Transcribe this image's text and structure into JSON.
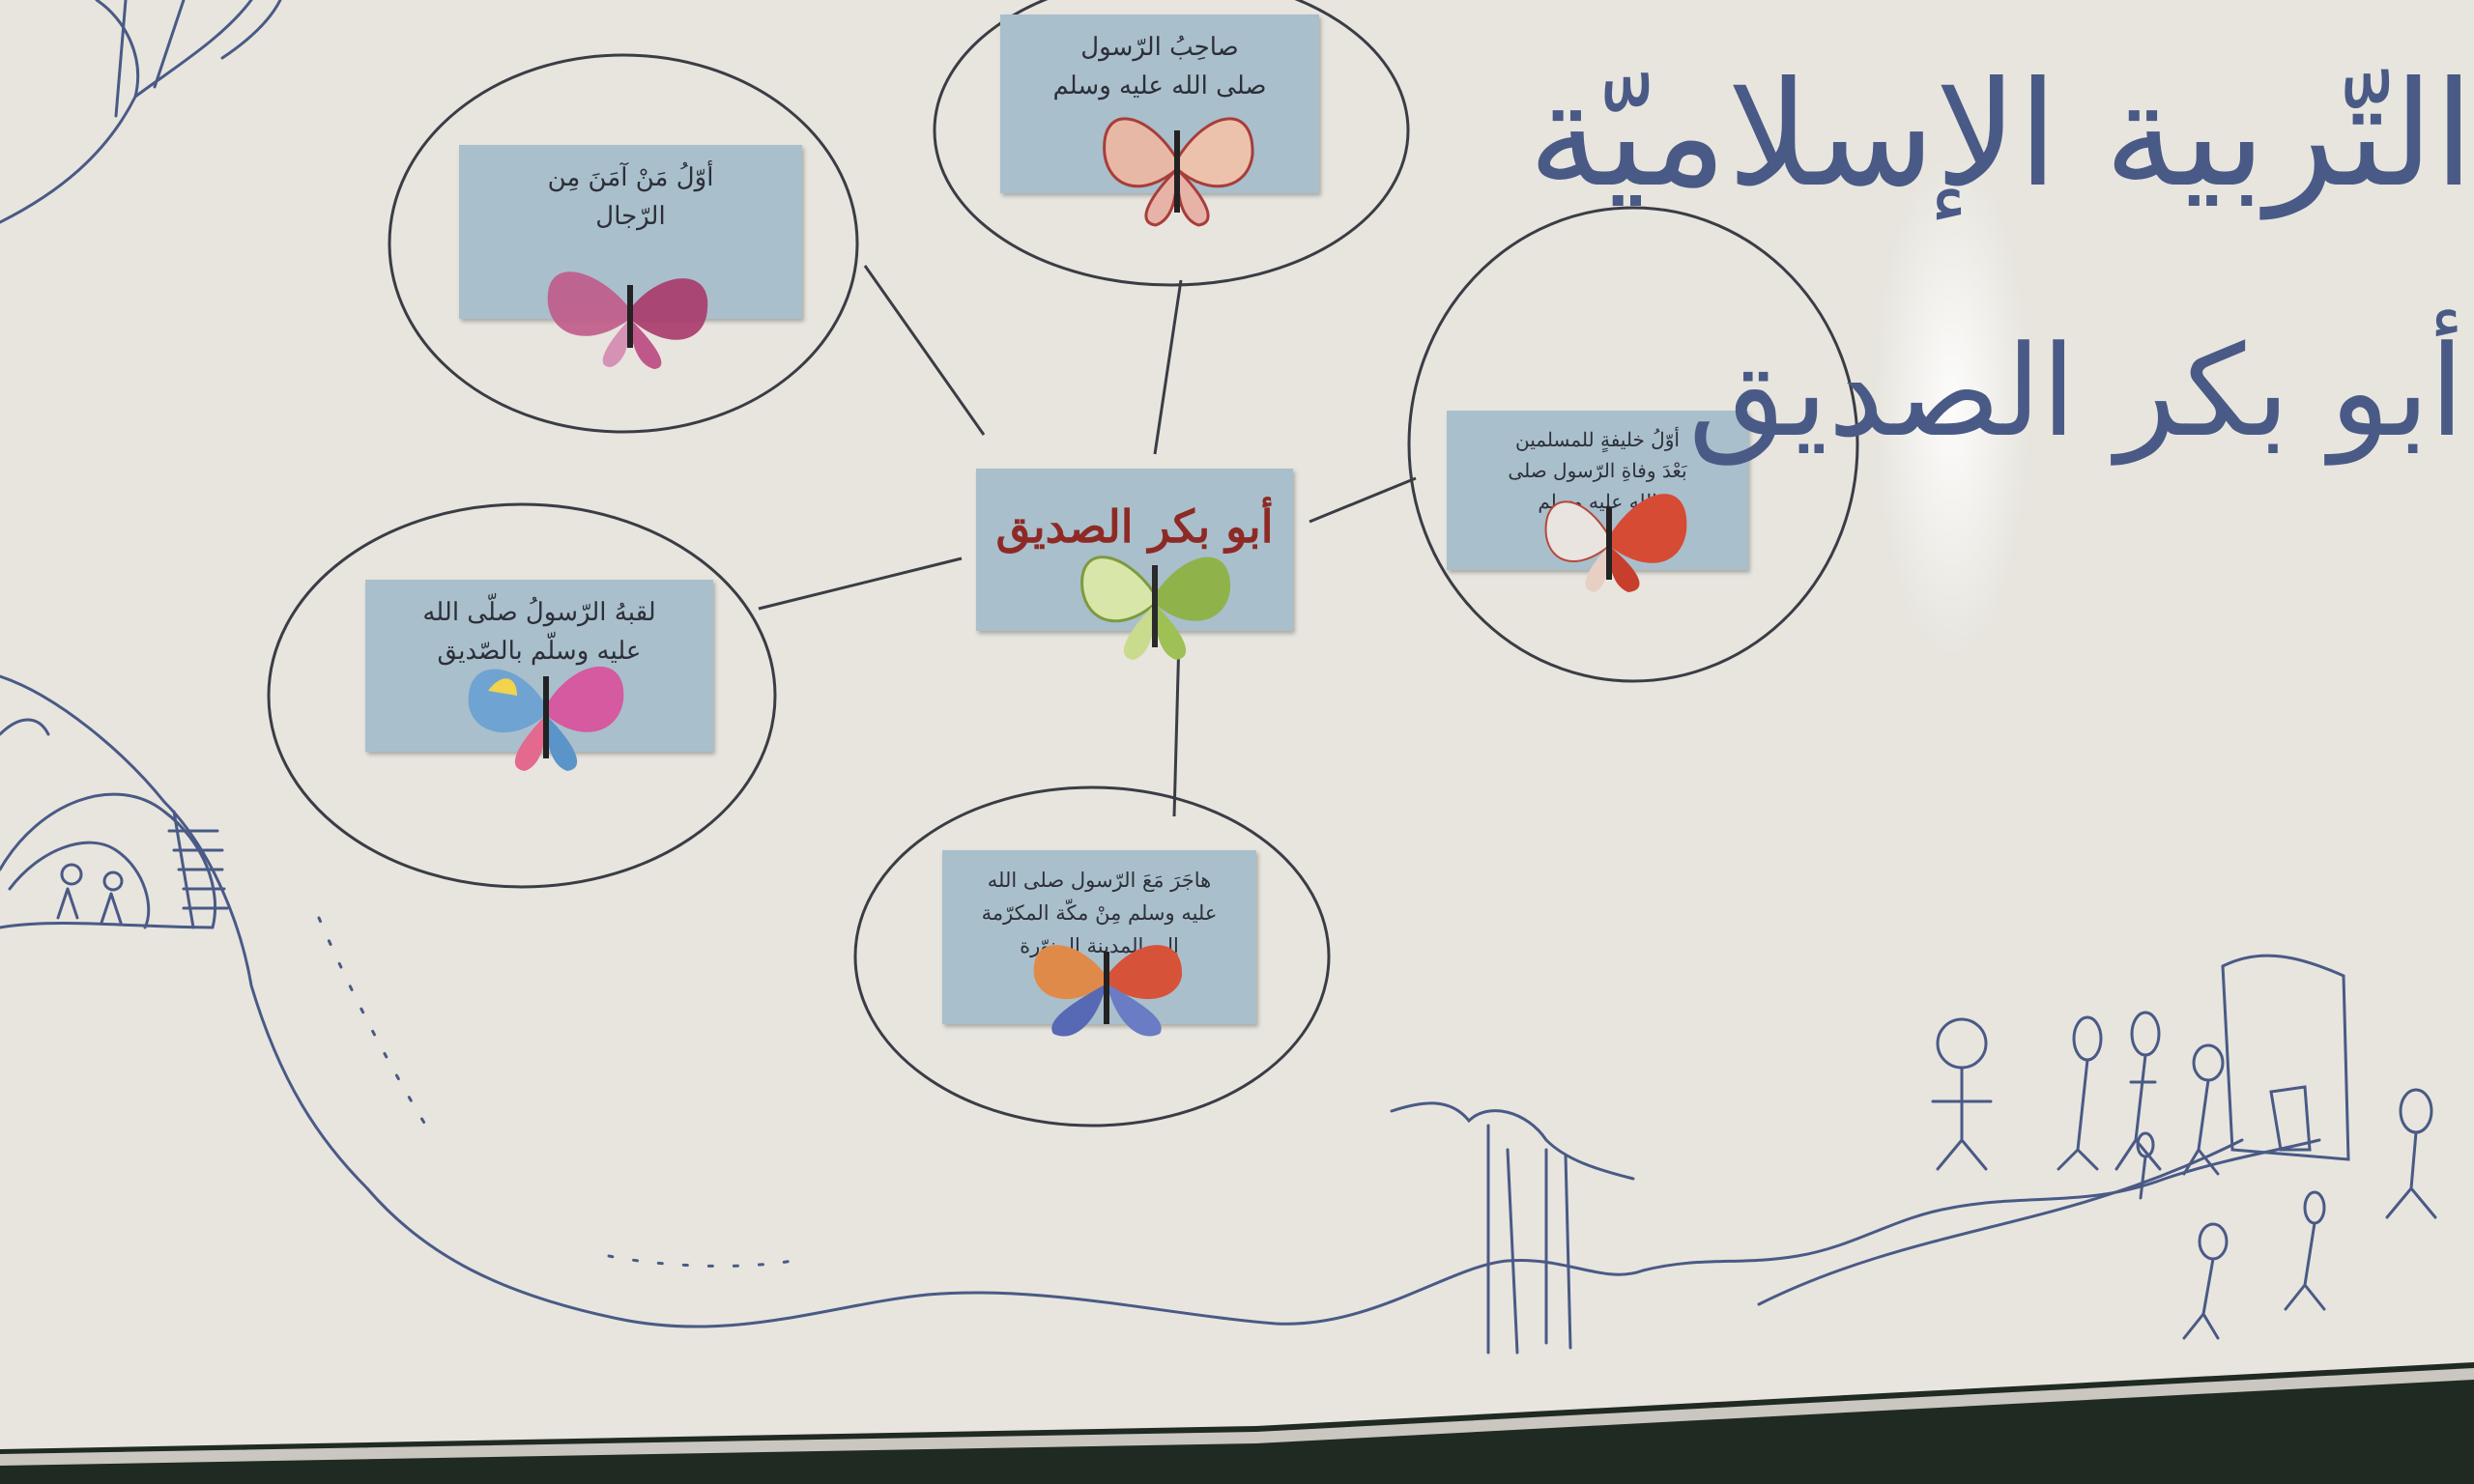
{
  "board": {
    "subject_heading": "التّربية الإسلاميّة",
    "topic_heading": "أبو بكر الصديق",
    "center_card": "أبو بكر الصديق",
    "cards": [
      {
        "id": "top-left",
        "lines": [
          "أوّلُ مَنْ آمَنَ مِن",
          "الرّجال"
        ]
      },
      {
        "id": "top-center",
        "lines": [
          "صاحِبُ الرّسول",
          "صلى الله عليه وسلم"
        ]
      },
      {
        "id": "right",
        "lines": [
          "أوّلُ خليفةٍ للمسلمين",
          "بَعْدَ وفاةِ الرّسول صلى",
          "الله عليه وسلم"
        ]
      },
      {
        "id": "left",
        "lines": [
          "لقبهُ الرّسولُ صلّى الله",
          "عليه وسلّم بالصّديق"
        ]
      },
      {
        "id": "bottom",
        "lines": [
          "هاجَرَ مَعَ الرّسول صلى الله",
          "عليه وسلم مِنْ مكّة المكرّمة",
          "إلى المدينة المنوّرة"
        ]
      }
    ]
  },
  "colors": {
    "board": "#e9e7e0",
    "card": "#a9bfcc",
    "marker_black": "#3b3d45",
    "marker_blue": "#4a5a86",
    "center_title": "#8e2a25"
  }
}
